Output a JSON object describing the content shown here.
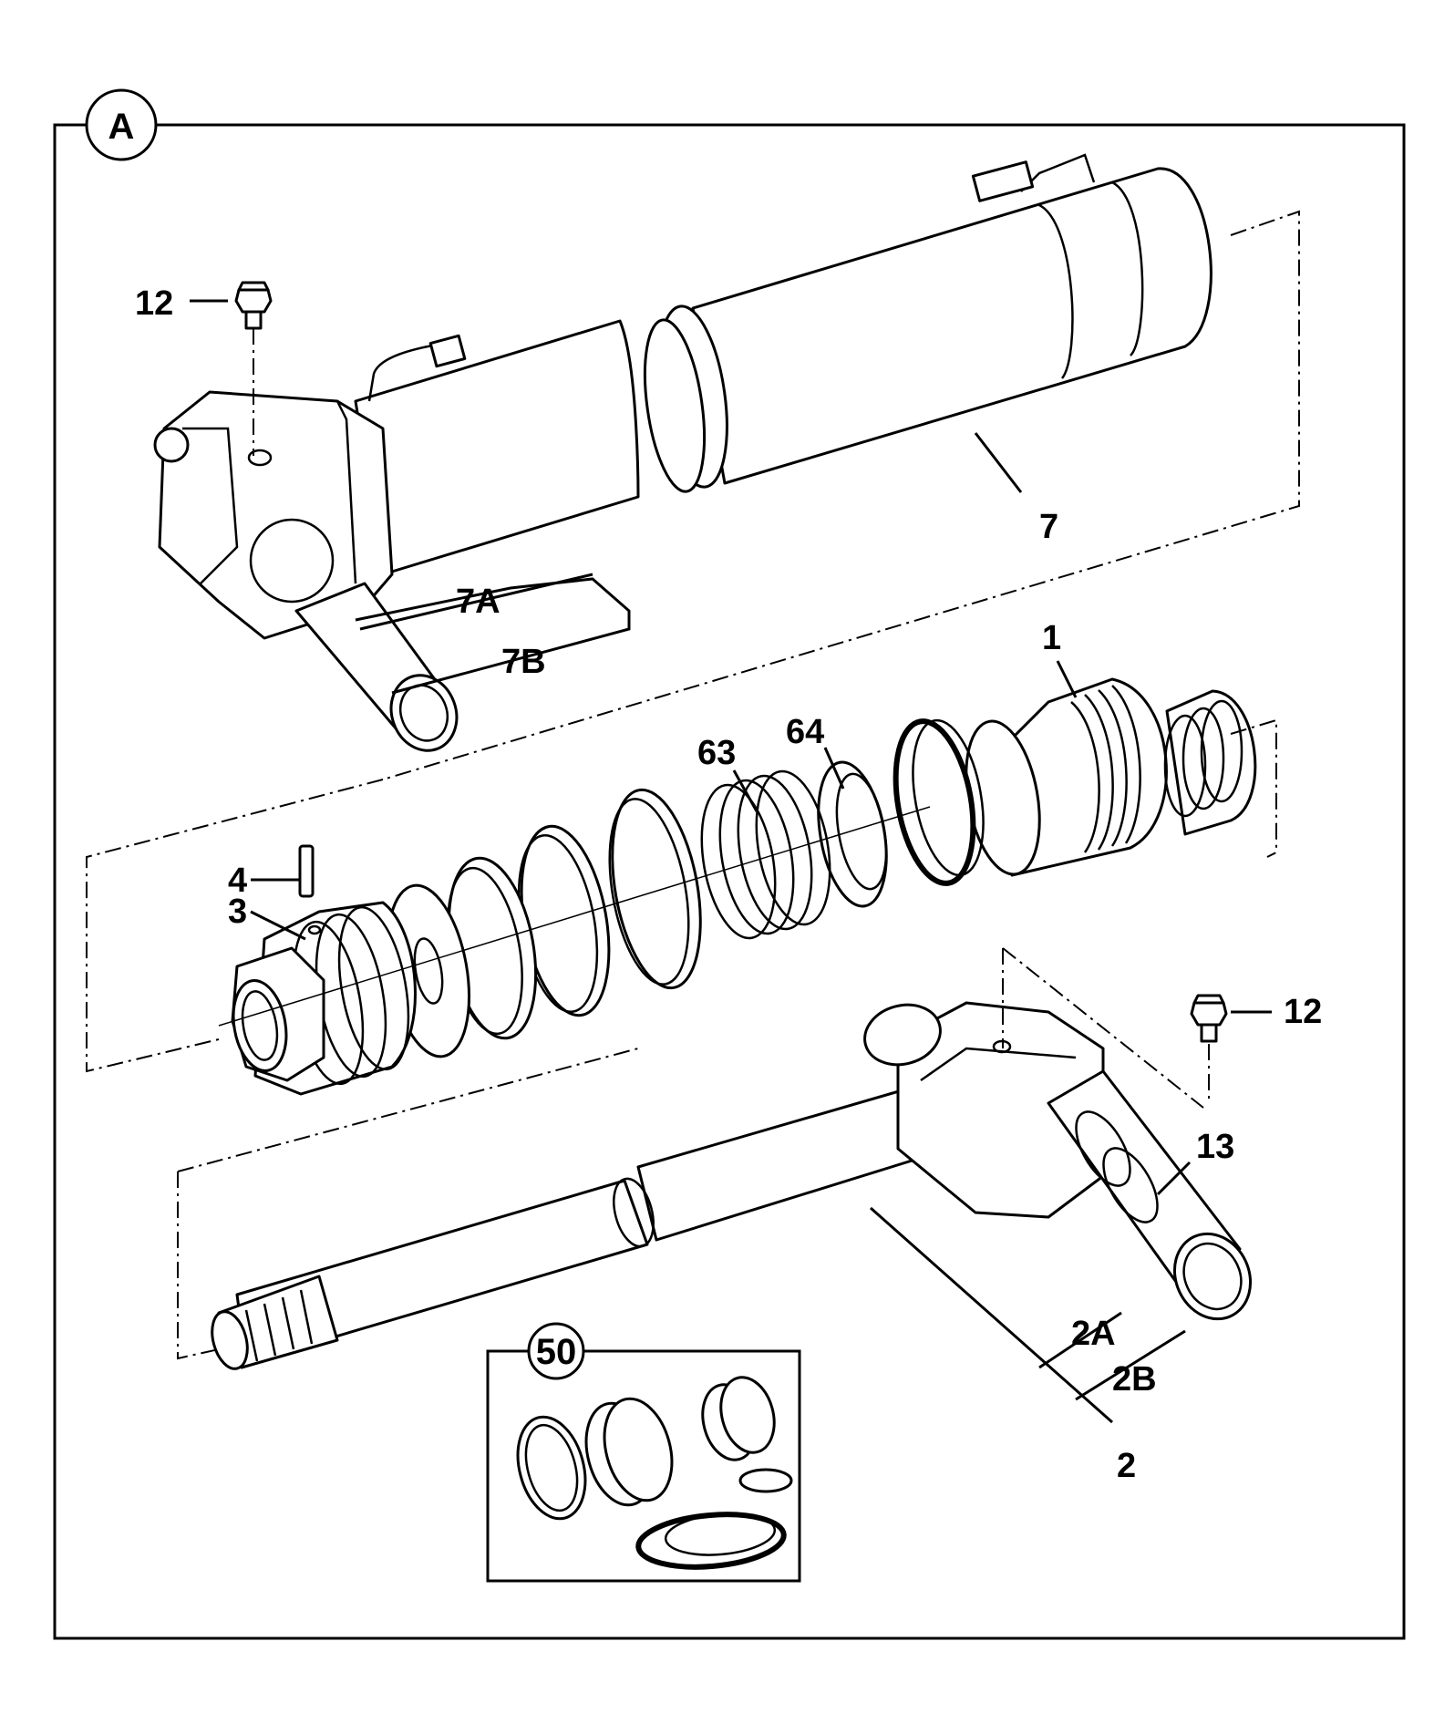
{
  "section": {
    "label": "A"
  },
  "kit": {
    "label": "50"
  },
  "callouts": [
    {
      "id": "12-top",
      "text": "12"
    },
    {
      "id": "7",
      "text": "7"
    },
    {
      "id": "7A",
      "text": "7A"
    },
    {
      "id": "7B",
      "text": "7B"
    },
    {
      "id": "1",
      "text": "1"
    },
    {
      "id": "63",
      "text": "63"
    },
    {
      "id": "64",
      "text": "64"
    },
    {
      "id": "4",
      "text": "4"
    },
    {
      "id": "3",
      "text": "3"
    },
    {
      "id": "12-right",
      "text": "12"
    },
    {
      "id": "13",
      "text": "13"
    },
    {
      "id": "2A",
      "text": "2A"
    },
    {
      "id": "2B",
      "text": "2B"
    },
    {
      "id": "2",
      "text": "2"
    }
  ]
}
